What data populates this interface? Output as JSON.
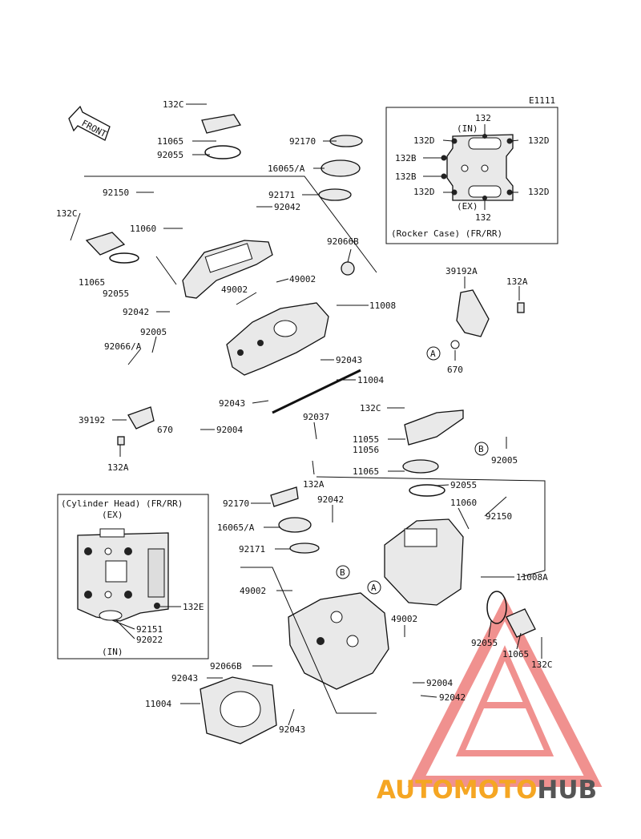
{
  "ref_code": "E1111",
  "front_label": "FRONT",
  "rocker_inset": {
    "caption": "(Rocker Case) (FR/RR)",
    "labels": [
      "132",
      "(IN)",
      "132D",
      "132D",
      "132B",
      "132B",
      "132D",
      "132D",
      "(EX)",
      "132"
    ]
  },
  "cyl_inset": {
    "caption": "(Cylinder Head) (FR/RR)",
    "ex": "(EX)",
    "in": "(IN)",
    "labels": [
      "132E",
      "92151",
      "92022"
    ]
  },
  "callouts": {
    "A": "A",
    "B": "B"
  },
  "parts": [
    "132C",
    "11065",
    "92055",
    "92170",
    "16065/A",
    "92171",
    "92042",
    "92150",
    "132C",
    "11060",
    "11065",
    "92055",
    "92066B",
    "49002",
    "49002",
    "11008",
    "92042",
    "92005",
    "92066/A",
    "92043",
    "11004",
    "670",
    "92043",
    "39192",
    "92004",
    "132A",
    "39192A",
    "132A",
    "670",
    "132C",
    "11055",
    "11056",
    "11065",
    "92037",
    "132A",
    "92005",
    "92055",
    "92170",
    "92042",
    "11060",
    "92150",
    "16065/A",
    "92171",
    "11008A",
    "49002",
    "49002",
    "92055",
    "11065",
    "132C",
    "92066B",
    "92043",
    "92004",
    "11004",
    "92042",
    "92043"
  ],
  "watermark": {
    "part1": "AUTO",
    "part2": "MOTO",
    "part3": "HUB",
    "color_red": "#e53935",
    "color_orange": "#f5a623",
    "color_dark": "#555555"
  }
}
